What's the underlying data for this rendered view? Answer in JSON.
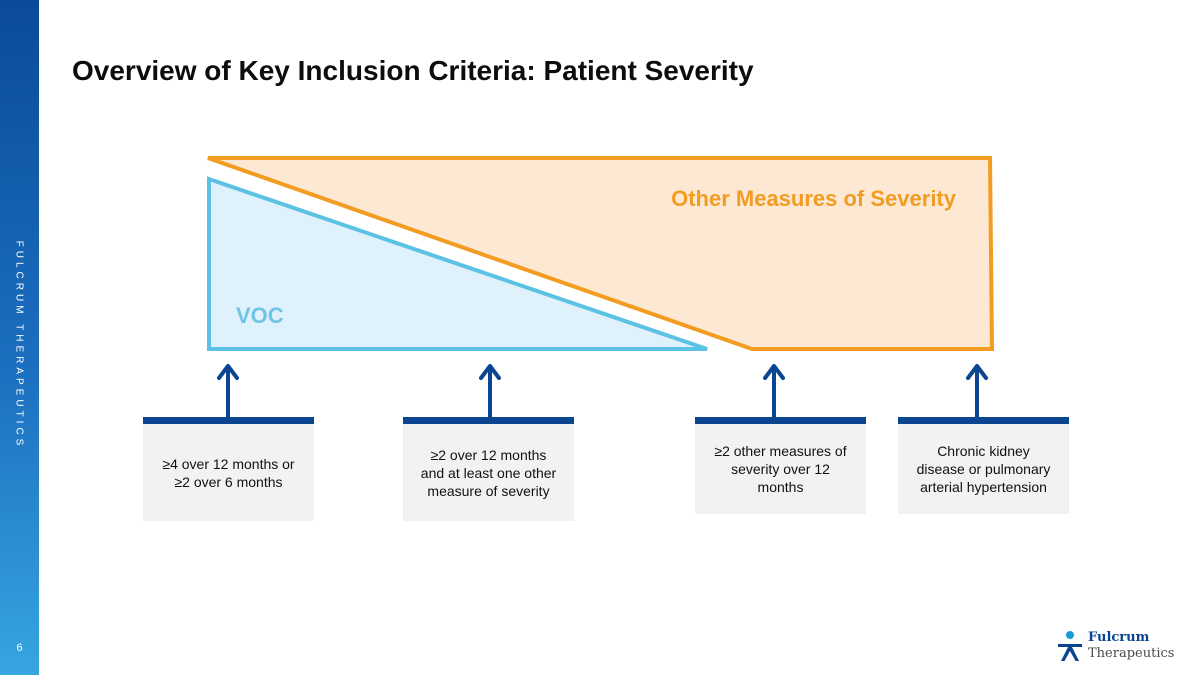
{
  "slide": {
    "title": "Overview of Key Inclusion Criteria: Patient Severity",
    "side_label": "FULCRUM THERAPEUTICS",
    "page_number": "6"
  },
  "diagram": {
    "orange_region_label": "Other Measures of Severity",
    "blue_region_label": "VOC",
    "colors": {
      "orange_fill": "#fde9d3",
      "orange_stroke": "#f39c22",
      "blue_fill": "#dff1fa",
      "blue_stroke": "#5bc2e5",
      "arrow": "#0b4591",
      "box_fill": "#f2f2f2",
      "box_border": "#0b4591"
    }
  },
  "criteria": [
    {
      "text": "≥4 over 12 months or ≥2 over 6 months"
    },
    {
      "text": "≥2 over 12 months and at least one other measure of severity"
    },
    {
      "text": "≥2 other measures of severity over 12 months"
    },
    {
      "text": "Chronic kidney disease or pulmonary arterial hypertension"
    }
  ],
  "logo": {
    "line1": "Fulcrum",
    "line2": "Therapeutics",
    "icon": "person-icon"
  }
}
